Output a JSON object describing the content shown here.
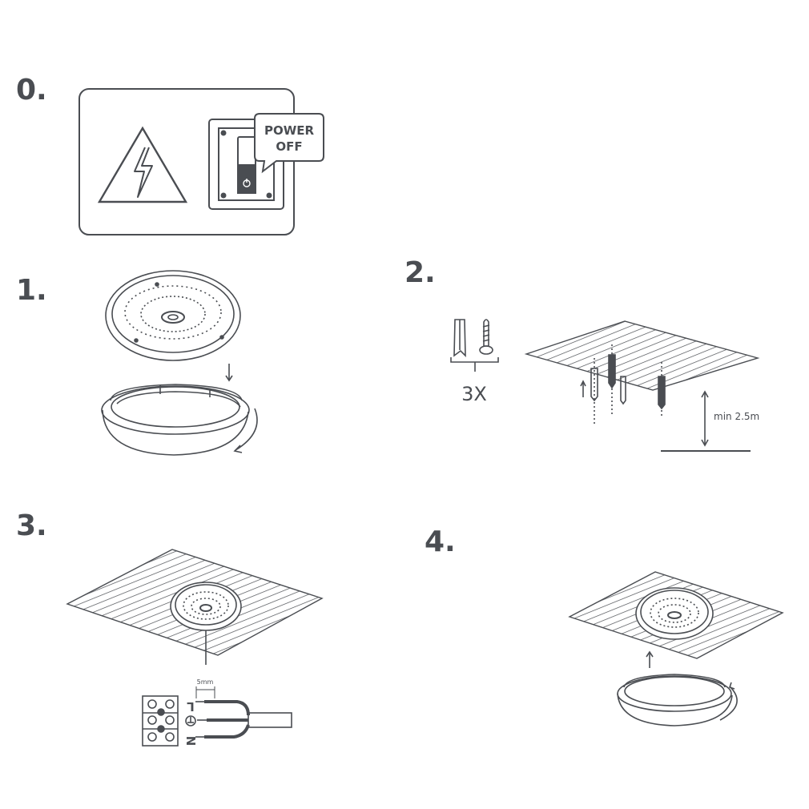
{
  "steps": {
    "s0": "0.",
    "s1": "1.",
    "s2": "2.",
    "s3": "3.",
    "s4": "4."
  },
  "labels": {
    "power_line1": "POWER",
    "power_line2": "OFF",
    "quantity": "3X",
    "min_height": "min 2.5m",
    "strip_len": "5mm",
    "terminal_l": "L",
    "terminal_n": "N"
  },
  "colors": {
    "stroke": "#4a4d52"
  }
}
